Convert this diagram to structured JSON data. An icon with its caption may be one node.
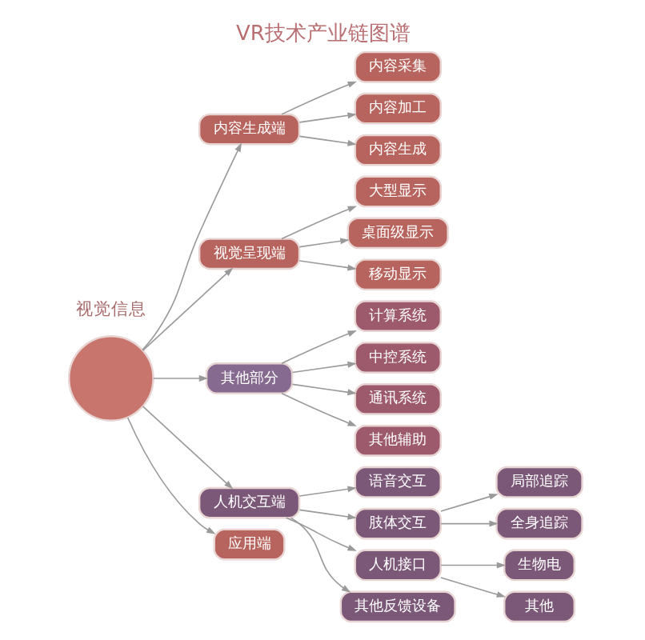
{
  "diagram": {
    "title": "VR技术产业链图谱",
    "nodes": [
      {
        "text": [],
        "shape": "circle"
      },
      {
        "text": [
          "内容生成端"
        ]
      },
      {
        "text": [
          "内容采集"
        ]
      },
      {
        "text": [
          "内容加工"
        ]
      },
      {
        "text": [
          "内容生成"
        ]
      },
      {
        "text": [
          "视觉呈现端"
        ]
      },
      {
        "text": [
          "大型显示"
        ]
      },
      {
        "text": [
          "桌面级显示"
        ]
      },
      {
        "text": [
          "移动显示"
        ]
      },
      {
        "text": [
          "其他部分"
        ]
      },
      {
        "text": [
          "计算系统"
        ]
      },
      {
        "text": [
          "中控系统"
        ]
      },
      {
        "text": [
          "通讯系统"
        ]
      },
      {
        "text": [
          "其他辅助"
        ]
      },
      {
        "text": [
          "人机交互端"
        ]
      },
      {
        "text": [
          "语音交互"
        ]
      },
      {
        "text": [
          "肢体交互"
        ]
      },
      {
        "text": [
          "局部追踪"
        ]
      },
      {
        "text": [
          "全身追踪"
        ]
      },
      {
        "text": [
          "人机接口"
        ]
      },
      {
        "text": [
          "生物电"
        ]
      },
      {
        "text": [
          "其他"
        ]
      },
      {
        "text": [
          "其他反馈设备"
        ]
      },
      {
        "text": [
          "应用端"
        ]
      }
    ],
    "edges": [
      {
        "from": 0,
        "to": 1,
        "arrow": "to"
      },
      {
        "from": 1,
        "to": 2,
        "arrow": "to"
      },
      {
        "from": 1,
        "to": 3,
        "arrow": "to"
      },
      {
        "from": 1,
        "to": 4,
        "arrow": "to"
      },
      {
        "from": 0,
        "to": 5,
        "arrow": "to"
      },
      {
        "from": 5,
        "to": 6,
        "arrow": "to"
      },
      {
        "from": 5,
        "to": 7,
        "arrow": "to"
      },
      {
        "from": 5,
        "to": 8,
        "arrow": "to"
      },
      {
        "from": 0,
        "to": 9,
        "arrow": "to"
      },
      {
        "from": 9,
        "to": 10,
        "arrow": "to"
      },
      {
        "from": 9,
        "to": 11,
        "arrow": "to"
      },
      {
        "from": 9,
        "to": 12,
        "arrow": "to"
      },
      {
        "from": 9,
        "to": 13,
        "arrow": "to"
      },
      {
        "from": 0,
        "to": 14,
        "arrow": "to"
      },
      {
        "from": 14,
        "to": 15,
        "arrow": "to"
      },
      {
        "from": 14,
        "to": 16,
        "arrow": "to"
      },
      {
        "from": 16,
        "to": 17,
        "arrow": "to"
      },
      {
        "from": 16,
        "to": 18,
        "arrow": "to"
      },
      {
        "from": 14,
        "to": 19,
        "arrow": "to"
      },
      {
        "from": 19,
        "to": 20,
        "arrow": "to"
      },
      {
        "from": 19,
        "to": 21,
        "arrow": "to"
      },
      {
        "from": 14,
        "to": 22,
        "arrow": "to"
      },
      {
        "from": 0,
        "to": 23,
        "arrow": "to"
      }
    ],
    "labels": [
      "视觉信息"
    ]
  }
}
